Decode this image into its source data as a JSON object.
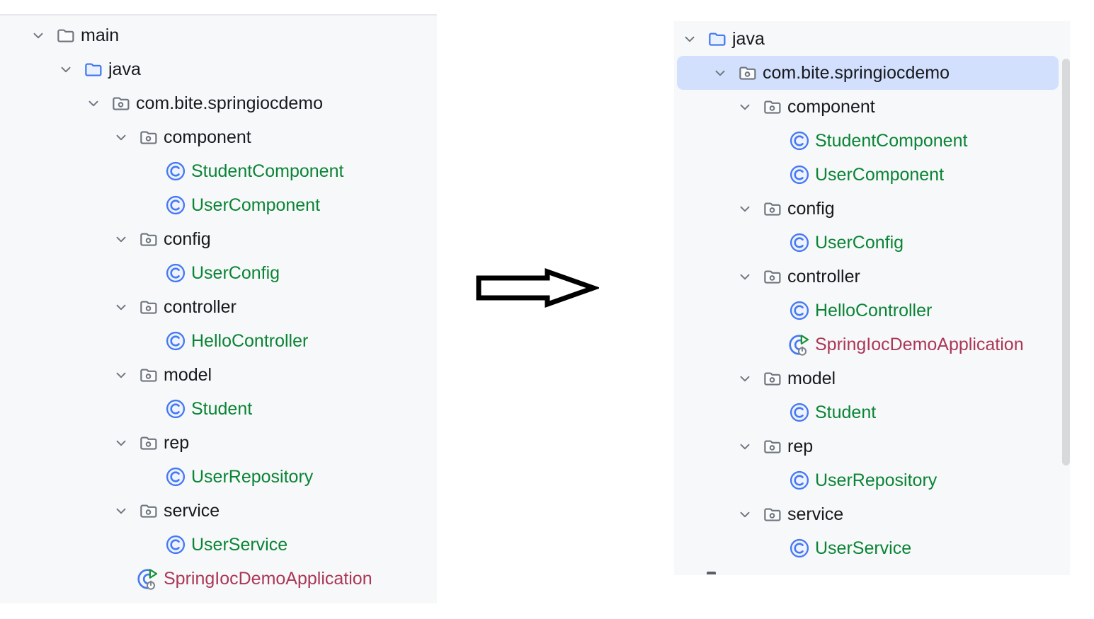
{
  "colors": {
    "default": "#17191d",
    "green": "#0a8435",
    "red": "#ab3756",
    "gray_icon": "#6f757e",
    "blue_icon": "#3d74f0",
    "class_blue": "#4579f2",
    "boot_green": "#1a9338",
    "power_gray": "#7e848e",
    "panel_bg": "#f7f8fa",
    "selection_bg": "#d3e0fd",
    "divider": "#e7e9ec",
    "scroll_thumb": "#d8d9db",
    "arrow_outline": "#000000"
  },
  "arrow": {
    "description": "black outlined arrow pointing right between panels"
  },
  "left_panel": {
    "title": "project-tree-before",
    "items": [
      {
        "label": "main",
        "icon": "folder",
        "level": 0,
        "expanded": true,
        "color": "default"
      },
      {
        "label": "java",
        "icon": "folder-src",
        "level": 1,
        "expanded": true,
        "color": "default"
      },
      {
        "label": "com.bite.springiocdemo",
        "icon": "package",
        "level": 2,
        "expanded": true,
        "color": "default"
      },
      {
        "label": "component",
        "icon": "package",
        "level": 3,
        "expanded": true,
        "color": "default"
      },
      {
        "label": "StudentComponent",
        "icon": "class",
        "level": 4,
        "expanded": false,
        "color": "green"
      },
      {
        "label": "UserComponent",
        "icon": "class",
        "level": 4,
        "expanded": false,
        "color": "green"
      },
      {
        "label": "config",
        "icon": "package",
        "level": 3,
        "expanded": true,
        "color": "default"
      },
      {
        "label": "UserConfig",
        "icon": "class",
        "level": 4,
        "expanded": false,
        "color": "green"
      },
      {
        "label": "controller",
        "icon": "package",
        "level": 3,
        "expanded": true,
        "color": "default"
      },
      {
        "label": "HelloController",
        "icon": "class",
        "level": 4,
        "expanded": false,
        "color": "green"
      },
      {
        "label": "model",
        "icon": "package",
        "level": 3,
        "expanded": true,
        "color": "default"
      },
      {
        "label": "Student",
        "icon": "class",
        "level": 4,
        "expanded": false,
        "color": "green"
      },
      {
        "label": "rep",
        "icon": "package",
        "level": 3,
        "expanded": true,
        "color": "default"
      },
      {
        "label": "UserRepository",
        "icon": "class",
        "level": 4,
        "expanded": false,
        "color": "green"
      },
      {
        "label": "service",
        "icon": "package",
        "level": 3,
        "expanded": true,
        "color": "default"
      },
      {
        "label": "UserService",
        "icon": "class",
        "level": 4,
        "expanded": false,
        "color": "green"
      },
      {
        "label": "SpringIocDemoApplication",
        "icon": "boot-class",
        "level": 3,
        "expanded": false,
        "color": "red"
      }
    ]
  },
  "right_panel": {
    "title": "project-tree-after",
    "selected_label": "com.bite.springiocdemo",
    "items": [
      {
        "label": "java",
        "icon": "folder-src",
        "level": 0,
        "expanded": true,
        "color": "default"
      },
      {
        "label": "com.bite.springiocdemo",
        "icon": "package",
        "level": 1,
        "expanded": true,
        "color": "default",
        "selected": true
      },
      {
        "label": "component",
        "icon": "package",
        "level": 2,
        "expanded": true,
        "color": "default"
      },
      {
        "label": "StudentComponent",
        "icon": "class",
        "level": 3,
        "expanded": false,
        "color": "green"
      },
      {
        "label": "UserComponent",
        "icon": "class",
        "level": 3,
        "expanded": false,
        "color": "green"
      },
      {
        "label": "config",
        "icon": "package",
        "level": 2,
        "expanded": true,
        "color": "default"
      },
      {
        "label": "UserConfig",
        "icon": "class",
        "level": 3,
        "expanded": false,
        "color": "green"
      },
      {
        "label": "controller",
        "icon": "package",
        "level": 2,
        "expanded": true,
        "color": "default"
      },
      {
        "label": "HelloController",
        "icon": "class",
        "level": 3,
        "expanded": false,
        "color": "green"
      },
      {
        "label": "SpringIocDemoApplication",
        "icon": "boot-class",
        "level": 3,
        "expanded": false,
        "color": "red"
      },
      {
        "label": "model",
        "icon": "package",
        "level": 2,
        "expanded": true,
        "color": "default"
      },
      {
        "label": "Student",
        "icon": "class",
        "level": 3,
        "expanded": false,
        "color": "green"
      },
      {
        "label": "rep",
        "icon": "package",
        "level": 2,
        "expanded": true,
        "color": "default"
      },
      {
        "label": "UserRepository",
        "icon": "class",
        "level": 3,
        "expanded": false,
        "color": "green"
      },
      {
        "label": "service",
        "icon": "package",
        "level": 2,
        "expanded": true,
        "color": "default"
      },
      {
        "label": "UserService",
        "icon": "class",
        "level": 3,
        "expanded": false,
        "color": "green"
      }
    ]
  }
}
